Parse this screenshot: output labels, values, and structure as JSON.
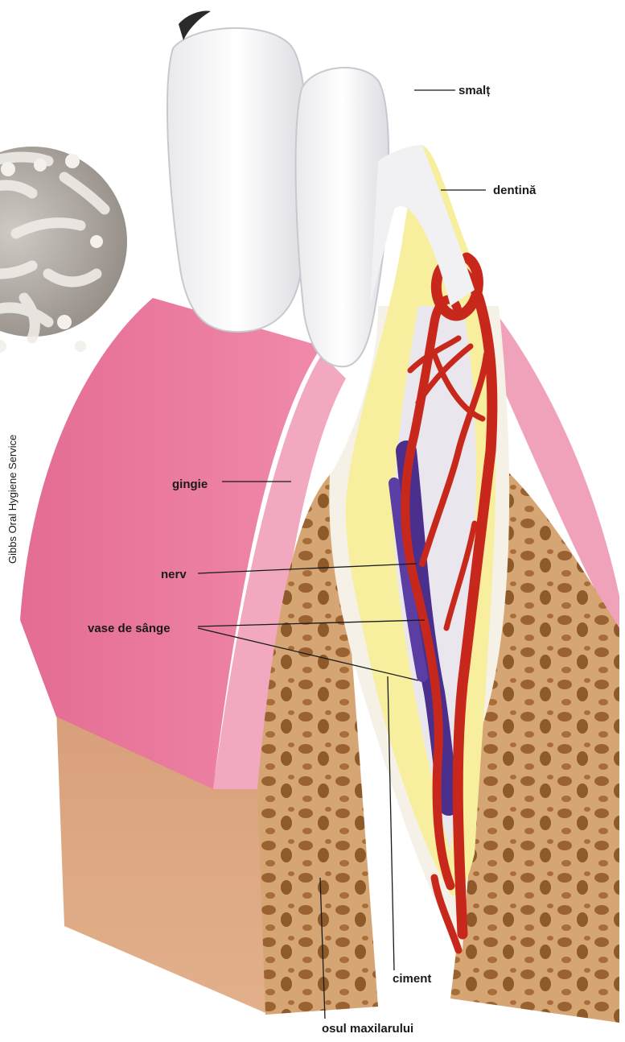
{
  "credit": "Gibbs Oral Hygiene Service",
  "labels": {
    "smalt": "smalț",
    "dentina": "dentină",
    "gingie": "gingie",
    "nerv": "nerv",
    "vase": "vase de sânge",
    "ciment": "ciment",
    "os": "osul maxilarului"
  },
  "colors": {
    "gum": "#e7799a",
    "gum_light": "#f2a9bf",
    "enamel": "#f4f4f4",
    "dentin": "#f7ef9e",
    "bone": "#c98e5c",
    "bone_pore": "#9a6230",
    "vessel": "#c8281c",
    "nerve": "#4a2f8c"
  },
  "icons": [
    "bacteria-micrograph",
    "tooth-cross-section"
  ]
}
